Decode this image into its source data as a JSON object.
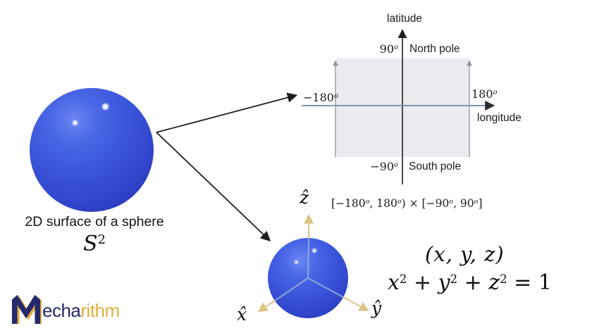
{
  "colors": {
    "sphere_blue": "#3a52d8",
    "chart_fill": "#e9ebef",
    "axis_gray_blue": "#8495ae",
    "frame_axis_tan": "#dcc488",
    "logo_navy": "#272a6a",
    "logo_gold": "#dfae3e"
  },
  "sphere_section": {
    "caption": "2D surface of a sphere",
    "symbol_base": "S",
    "symbol_exp": "2"
  },
  "chart": {
    "y_axis_label": "latitude",
    "x_axis_label": "longitude",
    "deg": "o",
    "north_tick": "90",
    "north_label": "North pole",
    "south_tick": "−90",
    "south_label": "South pole",
    "west_tick": "−180",
    "east_tick": "180",
    "domain": {
      "p1": "[−180",
      "p2": ", 180",
      "p3": ") × [−90",
      "p4": ", 90",
      "p5": "]"
    }
  },
  "frame_axes": {
    "z": "ẑ",
    "x": "x̂",
    "y": "ŷ"
  },
  "math": {
    "tuple": "(x, y, z)",
    "eq": {
      "v1": "x",
      "e1": "2",
      "o1": " + ",
      "v2": "y",
      "e2": "2",
      "o2": " + ",
      "v3": "z",
      "e3": "2",
      "o3": " = 1"
    }
  },
  "logo": {
    "text_navy": "echa",
    "text_gold": "rithm"
  }
}
